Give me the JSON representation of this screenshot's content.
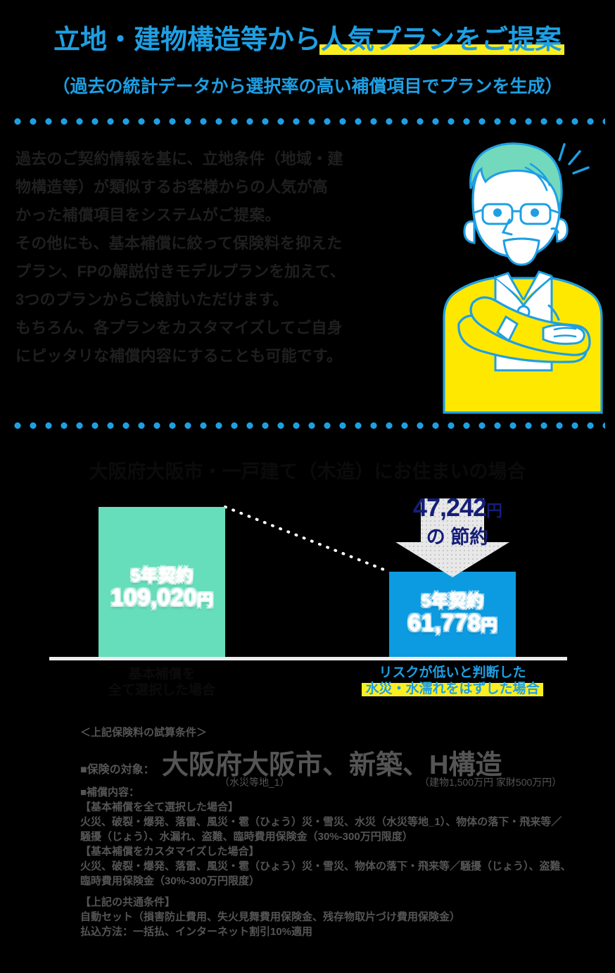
{
  "header": {
    "headline_plain": "立地・建物構造等から",
    "headline_marked": "人気プランをご提案",
    "subhead": "（過去の統計データから選択率の高い補償項目でプランを生成）",
    "accent_color": "#1E9FE3",
    "highlight_color": "#FCEE21"
  },
  "intro": {
    "lines": [
      "過去のご契約情報を基に、立地条件（地域・建",
      "物構造等）が類似するお客様からの人気が高",
      "かった補償項目をシステムがご提案。",
      "その他にも、基本補償に絞って保険料を抑えた",
      "プラン、FPの解説付きモデルプランを加えて、",
      "3つのプランからご検討いただけます。",
      "もちろん、各プランをカスタマイズしてご自身",
      "にピッタリな補償内容にすることも可能です。"
    ]
  },
  "character": {
    "alt": "眼鏡をかけた黄色いカーディガンの男性が腕を組んでいるイラスト",
    "hair_color": "#73D9BC",
    "cardigan_color": "#FFE800",
    "outline_color": "#1E9FE3"
  },
  "chart_data": {
    "type": "bar",
    "title": "大阪府大阪市・一戸建て（木造）にお住まいの場合",
    "categories": [
      "基本補償を\n全て選択した場合",
      "リスクが低いと判断した\n水災・水濡れをはずした場合"
    ],
    "values": [
      109020,
      61778
    ],
    "unit": "円",
    "ylabel": "",
    "xlabel": "",
    "ylim": [
      0,
      125000
    ],
    "grid": false,
    "legend": false,
    "bars": [
      {
        "term": "5年契約",
        "amount": "109,020",
        "yen": "円",
        "value": 109020,
        "color": "#66DDBB",
        "category_line1": "基本補償を",
        "category_line2": "全て選択した場合",
        "category_highlight": false
      },
      {
        "term": "5年契約",
        "amount": "61,778",
        "yen": "円",
        "value": 61778,
        "color": "#0C9BE0",
        "category_line1": "リスクが低いと判断した",
        "category_line2": "水災・水濡れをはずした場合",
        "category_highlight": true
      }
    ],
    "annotation": {
      "amount": "47,242",
      "yen": "円",
      "suffix": "の 節約",
      "value": 47242,
      "color": "#141E78"
    }
  },
  "notes": {
    "heading": "＜上記保険料の試算条件＞",
    "subject_label": "■保険の対象：",
    "subject_value": "大阪府大阪市、新築、H構造",
    "subject_sub1": "（水災等地_1）",
    "subject_sub2": "（建物1,500万円 家財500万円）",
    "coverage_heading": "■補償内容：",
    "block_full_title": "【基本補償を全て選択した場合】",
    "block_full_lines": [
      "火災、破裂・爆発、落雷、風災・雹（ひょう）災・雪災、水災（水災等地_1）、物体の落下・飛来等／",
      "騒擾（じょう）、水漏れ、盗難、臨時費用保険金（30%-300万円限度）"
    ],
    "block_custom_title": "【基本補償をカスタマイズした場合】",
    "block_custom_lines": [
      "火災、破裂・爆発、落雷、風災・雹（ひょう）災・雪災、物体の落下・飛来等／騒擾（じょう）、盗難、",
      "臨時費用保険金（30%-300万円限度）"
    ],
    "block_common_title": "【上記の共通条件】",
    "block_common_lines": [
      "自動セット（損害防止費用、失火見舞費用保険金、残存物取片づけ費用保険金）",
      "払込方法：一括払、インターネット割引10%適用"
    ]
  }
}
